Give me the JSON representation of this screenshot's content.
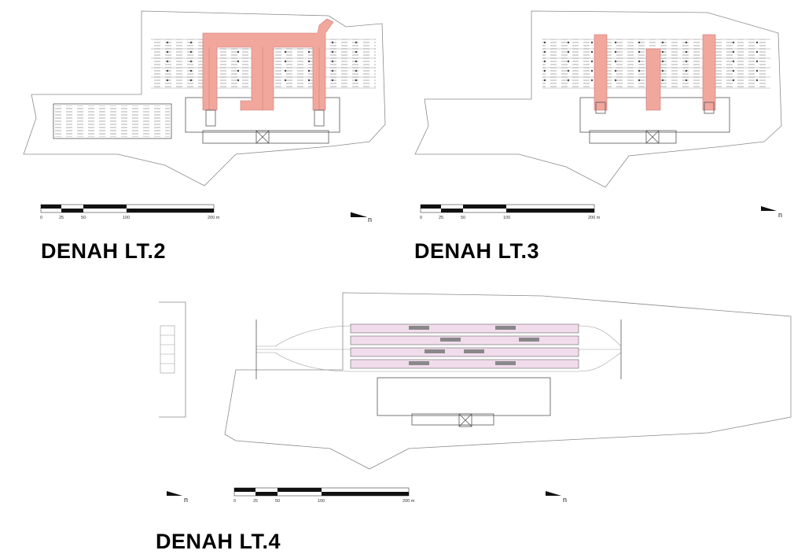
{
  "plans": [
    {
      "title": "DENAH LT.2",
      "scale_ticks": [
        "0",
        "25",
        "50",
        "100",
        "200 m"
      ]
    },
    {
      "title": "DENAH LT.3",
      "scale_ticks": [
        "0",
        "25",
        "50",
        "100",
        "200 m"
      ]
    },
    {
      "title": "DENAH LT.4",
      "scale_ticks": [
        "0",
        "25",
        "50",
        "100",
        "200 m"
      ]
    }
  ],
  "north_symbol": "n",
  "colors": {
    "highlight_lt2_lt3": "#f2a79d",
    "highlight_lt4": "#f1dcec",
    "outline": "#8a8a8a"
  }
}
